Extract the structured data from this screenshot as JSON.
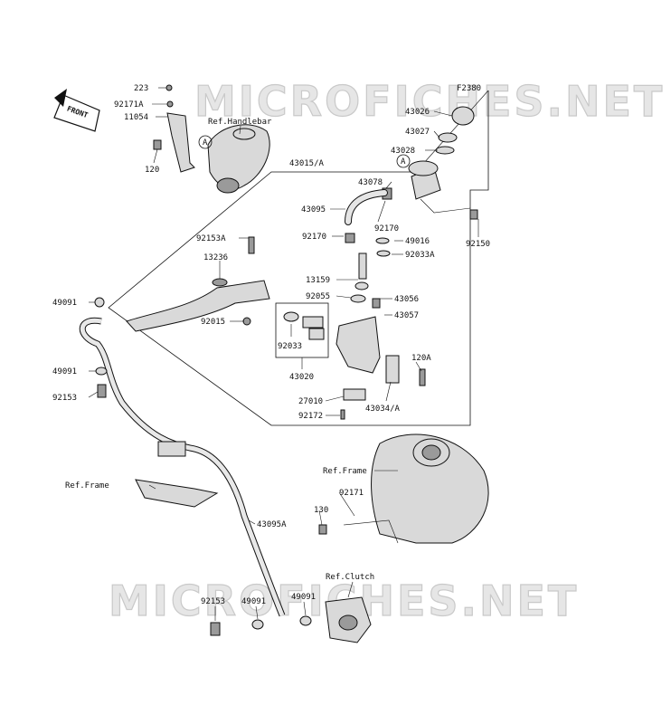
{
  "figure_code": "F2380",
  "front_label": "FRONT",
  "watermark": [
    "MICROFICHES.NET",
    "MICROFICHES.NET"
  ],
  "ref_markers": [
    "A",
    "A"
  ],
  "labels": [
    "223",
    "92171A",
    "11054",
    "120",
    "Ref.Handlebar",
    "43015/A",
    "43026",
    "43027",
    "43028",
    "43078",
    "43095",
    "92170",
    "92170",
    "49016",
    "92033A",
    "92150",
    "92153A",
    "13236",
    "13159",
    "92055",
    "43056",
    "43057",
    "92015",
    "92033",
    "43020",
    "120A",
    "27010",
    "92172",
    "43034/A",
    "49091",
    "49091",
    "92153",
    "Ref.Frame",
    "Ref.Frame",
    "92171",
    "130",
    "43095A",
    "Ref.Clutch",
    "92153",
    "49091",
    "49091"
  ]
}
